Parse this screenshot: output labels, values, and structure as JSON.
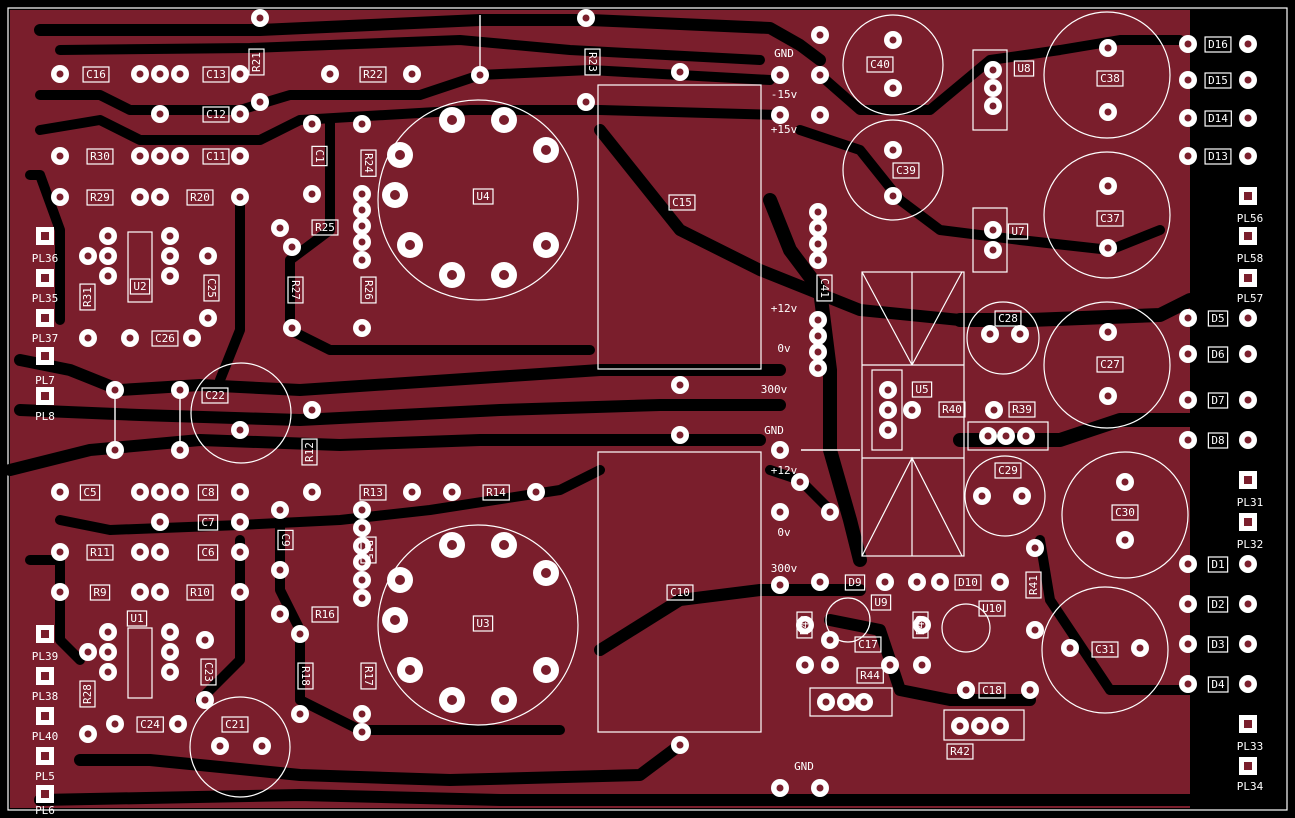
{
  "colors": {
    "copper": "#7a1e2c",
    "background": "#000000",
    "silkscreen": "#ffffff"
  },
  "labels": {
    "resistors": [
      "R21",
      "R22",
      "R23",
      "R30",
      "R24",
      "R29",
      "R20",
      "R25",
      "R31",
      "R27",
      "R26",
      "R12",
      "R13",
      "R14",
      "R11",
      "R15",
      "R9",
      "R10",
      "R16",
      "R18",
      "R17",
      "R28",
      "R40",
      "R39",
      "R41",
      "R43",
      "R44",
      "R49",
      "R42"
    ],
    "capacitors": [
      "C16",
      "C13",
      "C12",
      "C1",
      "C11",
      "C25",
      "C26",
      "C22",
      "C5",
      "C8",
      "C7",
      "C6",
      "C9",
      "C23",
      "C24",
      "C21",
      "C40",
      "C38",
      "C39",
      "C37",
      "C15",
      "C41",
      "C28",
      "C27",
      "C29",
      "C30",
      "C10",
      "C17",
      "C18",
      "C31"
    ],
    "ics": [
      "U4",
      "U2",
      "U1",
      "U3",
      "U8",
      "U7",
      "U5",
      "U9",
      "U10"
    ],
    "diodes": [
      "D16",
      "D15",
      "D14",
      "D13",
      "D5",
      "D6",
      "D7",
      "D8",
      "D9",
      "D10",
      "D1",
      "D2",
      "D3",
      "D4"
    ],
    "connectors": [
      "PL36",
      "PL35",
      "PL37",
      "PL7",
      "PL8",
      "PL39",
      "PL38",
      "PL40",
      "PL5",
      "PL6",
      "PL56",
      "PL58",
      "PL57",
      "PL31",
      "PL32",
      "PL33",
      "PL34"
    ],
    "nets": [
      "GND",
      "-15v",
      "+15v",
      "+12v",
      "0v",
      "300v",
      "GND",
      "+12v",
      "0v",
      "300v",
      "GND"
    ]
  }
}
